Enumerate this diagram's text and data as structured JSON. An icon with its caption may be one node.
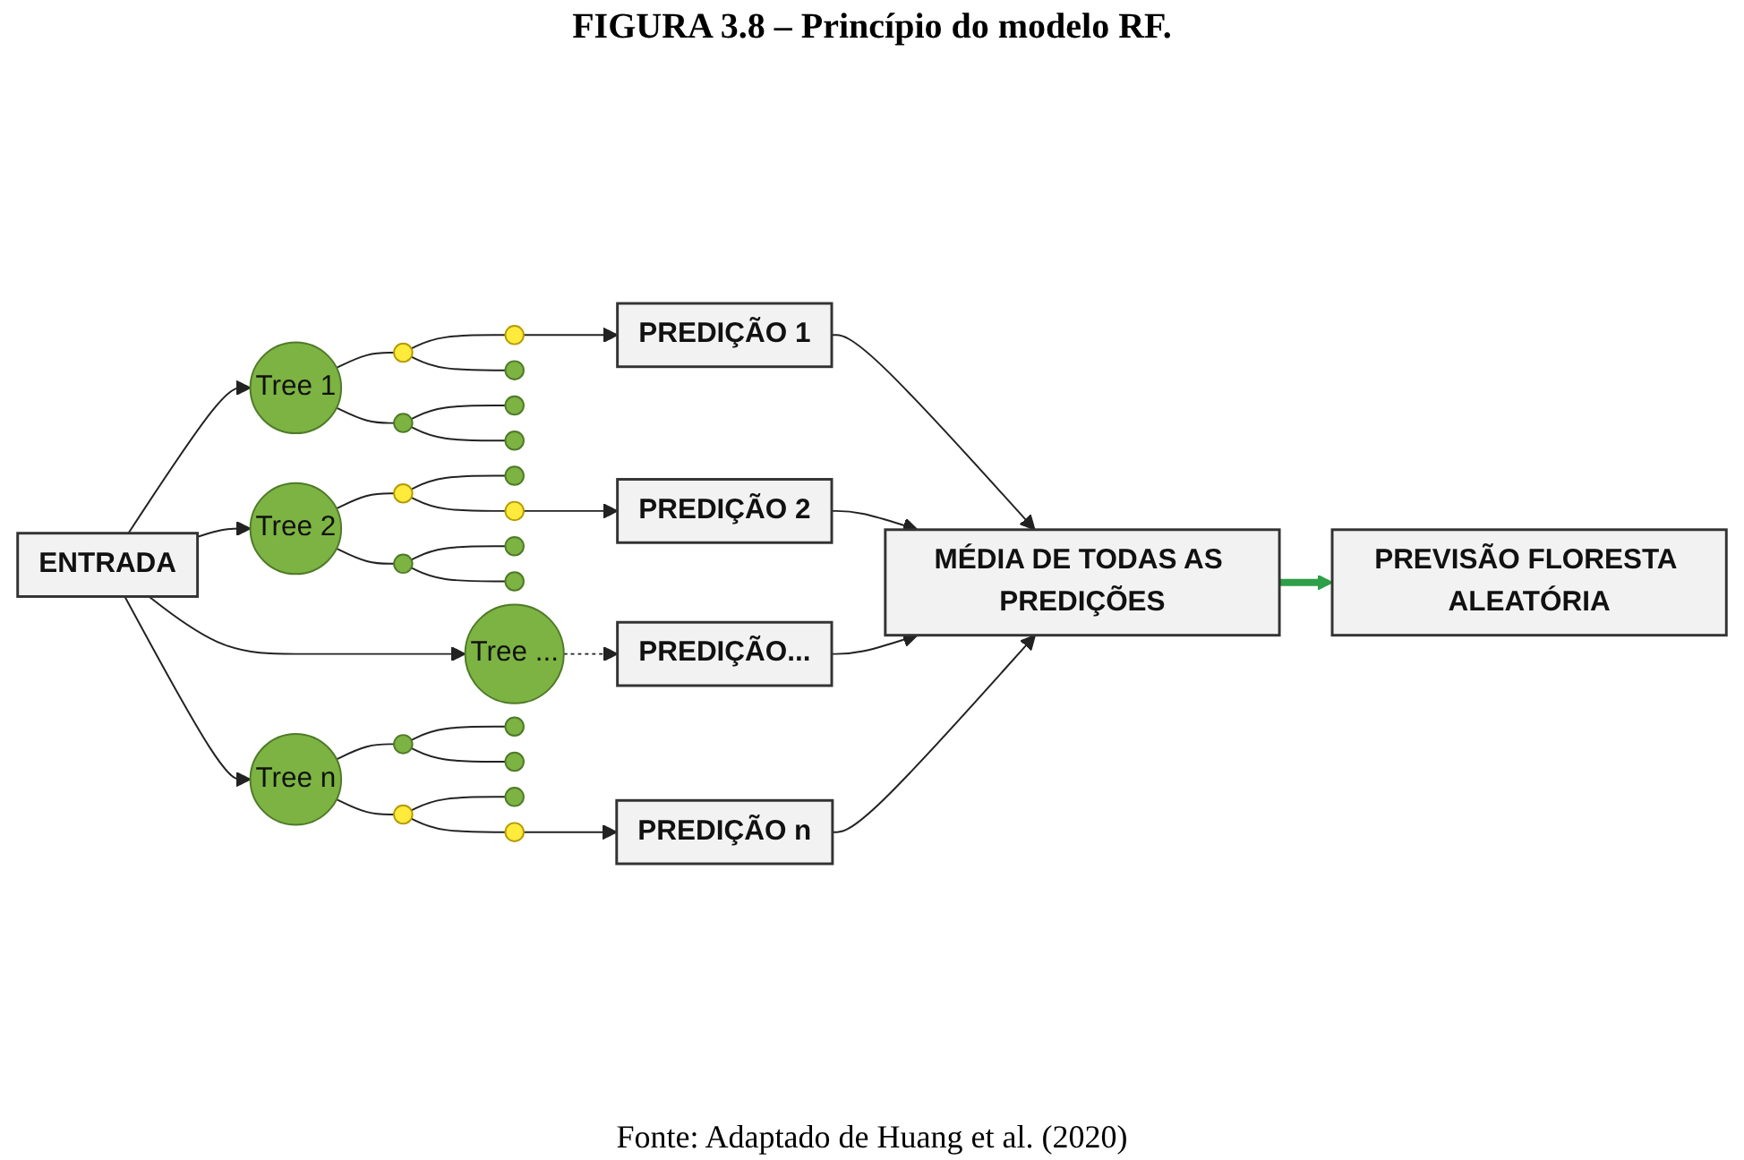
{
  "diagram": {
    "title": "FIGURA 3.8 – Princípio do modelo RF.",
    "caption": "Fonte: Adaptado de Huang et al. (2020)",
    "nodes": [
      {
        "text": [
          "ENTRADA"
        ]
      },
      {
        "text": [
          "Tree 1"
        ]
      },
      {
        "text": [],
        "shape": "circle"
      },
      {
        "text": [],
        "shape": "circle"
      },
      {
        "text": [],
        "shape": "circle"
      },
      {
        "text": [],
        "shape": "circle"
      },
      {
        "text": [],
        "shape": "circle"
      },
      {
        "text": [],
        "shape": "circle"
      },
      {
        "text": [
          "PREDIÇÃO 1"
        ]
      },
      {
        "text": [
          "Tree 2"
        ]
      },
      {
        "text": [],
        "shape": "circle"
      },
      {
        "text": [],
        "shape": "circle"
      },
      {
        "text": [],
        "shape": "circle"
      },
      {
        "text": [],
        "shape": "circle"
      },
      {
        "text": [],
        "shape": "circle"
      },
      {
        "text": [],
        "shape": "circle"
      },
      {
        "text": [
          "PREDIÇÃO 2"
        ]
      },
      {
        "text": [
          "Tree ..."
        ]
      },
      {
        "text": [
          "PREDIÇÃO..."
        ]
      },
      {
        "text": [
          "Tree n"
        ]
      },
      {
        "text": [],
        "shape": "circle"
      },
      {
        "text": [],
        "shape": "circle"
      },
      {
        "text": [],
        "shape": "circle"
      },
      {
        "text": [],
        "shape": "circle"
      },
      {
        "text": [],
        "shape": "circle"
      },
      {
        "text": [],
        "shape": "circle"
      },
      {
        "text": [
          "PREDIÇÃO n"
        ]
      },
      {
        "text": [
          "MÉDIA DE TODAS AS PREDIÇÕES"
        ]
      },
      {
        "text": [
          "PREVISÃO FLORESTA ALEATÓRIA"
        ]
      }
    ],
    "edges": [
      {
        "from": 0,
        "to": 1,
        "arrow": "to"
      },
      {
        "from": 0,
        "to": 9,
        "arrow": "to"
      },
      {
        "from": 0,
        "to": 17,
        "arrow": "to"
      },
      {
        "from": 0,
        "to": 19,
        "arrow": "to"
      },
      {
        "from": 1,
        "to": 2,
        "arrow": "none"
      },
      {
        "from": 1,
        "to": 3,
        "arrow": "none"
      },
      {
        "from": 2,
        "to": 4,
        "arrow": "none"
      },
      {
        "from": 2,
        "to": 5,
        "arrow": "none"
      },
      {
        "from": 3,
        "to": 6,
        "arrow": "none"
      },
      {
        "from": 3,
        "to": 7,
        "arrow": "none"
      },
      {
        "from": 4,
        "to": 8,
        "arrow": "to"
      },
      {
        "from": 9,
        "to": 10,
        "arrow": "none"
      },
      {
        "from": 9,
        "to": 11,
        "arrow": "none"
      },
      {
        "from": 10,
        "to": 12,
        "arrow": "none"
      },
      {
        "from": 10,
        "to": 13,
        "arrow": "none"
      },
      {
        "from": 11,
        "to": 14,
        "arrow": "none"
      },
      {
        "from": 11,
        "to": 15,
        "arrow": "none"
      },
      {
        "from": 13,
        "to": 16,
        "arrow": "to"
      },
      {
        "from": 17,
        "to": 18,
        "arrow": "to",
        "style": "dashed"
      },
      {
        "from": 19,
        "to": 20,
        "arrow": "none"
      },
      {
        "from": 19,
        "to": 21,
        "arrow": "none"
      },
      {
        "from": 20,
        "to": 22,
        "arrow": "none"
      },
      {
        "from": 20,
        "to": 23,
        "arrow": "none"
      },
      {
        "from": 21,
        "to": 24,
        "arrow": "none"
      },
      {
        "from": 21,
        "to": 25,
        "arrow": "none"
      },
      {
        "from": 25,
        "to": 26,
        "arrow": "to"
      },
      {
        "from": 8,
        "to": 27,
        "arrow": "to"
      },
      {
        "from": 16,
        "to": 27,
        "arrow": "to"
      },
      {
        "from": 18,
        "to": 27,
        "arrow": "to"
      },
      {
        "from": 26,
        "to": 27,
        "arrow": "to"
      },
      {
        "from": 27,
        "to": 28,
        "arrow": "to",
        "style": "thick",
        "color": "#2e9e48"
      }
    ]
  }
}
